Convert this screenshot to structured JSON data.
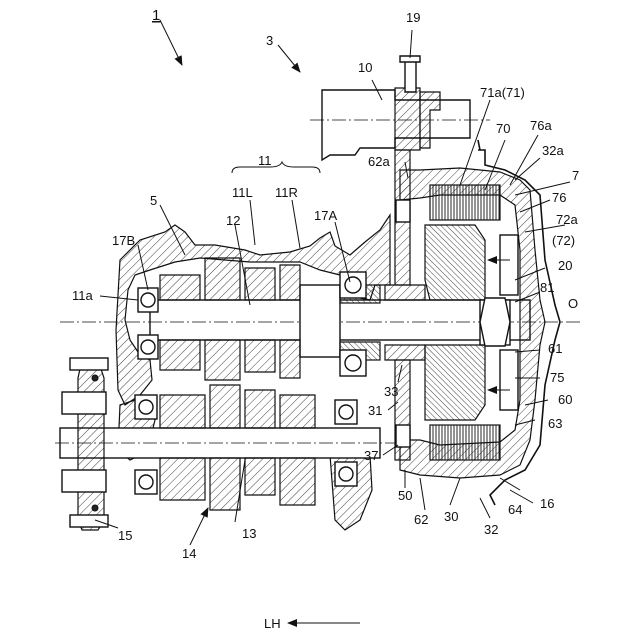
{
  "figure": {
    "ref_numeral": "1",
    "direction_label": "LH"
  },
  "labels": {
    "n3": "3",
    "n19": "19",
    "n10": "10",
    "n71a": "71a(71)",
    "n70": "70",
    "n76a": "76a",
    "n62a": "62a",
    "n32a": "32a",
    "n7": "7",
    "n11": "11",
    "n11L": "11L",
    "n11R": "11R",
    "n5": "5",
    "n12": "12",
    "n17A": "17A",
    "n76": "76",
    "n72a": "72a",
    "n72": "(72)",
    "n17B": "17B",
    "n20": "20",
    "n11a": "11a",
    "n81": "81",
    "nO": "O",
    "n61": "61",
    "n75": "75",
    "n33": "33",
    "n60": "60",
    "n31": "31",
    "n63": "63",
    "n37": "37",
    "n50": "50",
    "n16": "16",
    "n64": "64",
    "n62": "62",
    "n30": "30",
    "n32": "32",
    "n15": "15",
    "n13": "13",
    "n14": "14"
  }
}
